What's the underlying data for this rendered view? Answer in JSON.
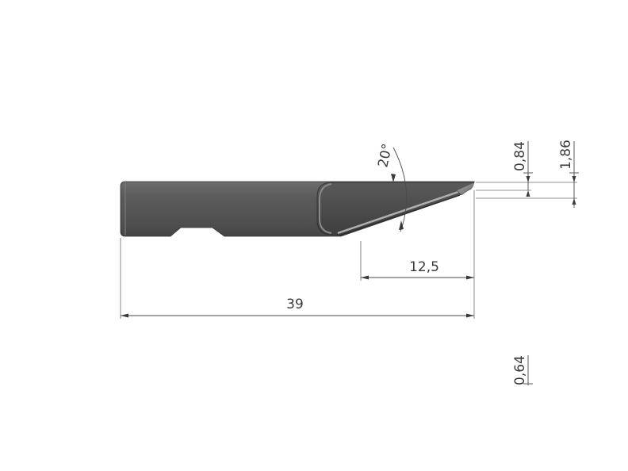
{
  "dimensions": {
    "overall_length": "39",
    "bevel_length": "12,5",
    "bevel_angle": "20°",
    "tip_offset_small": "0,84",
    "tip_offset_large": "1,86",
    "thickness": "0,64"
  },
  "colors": {
    "blade_body": "#5a5a5a",
    "blade_dark": "#3c3c3c",
    "blade_light": "#8a8a8a",
    "dimension_lines": "#4a4a4a"
  }
}
